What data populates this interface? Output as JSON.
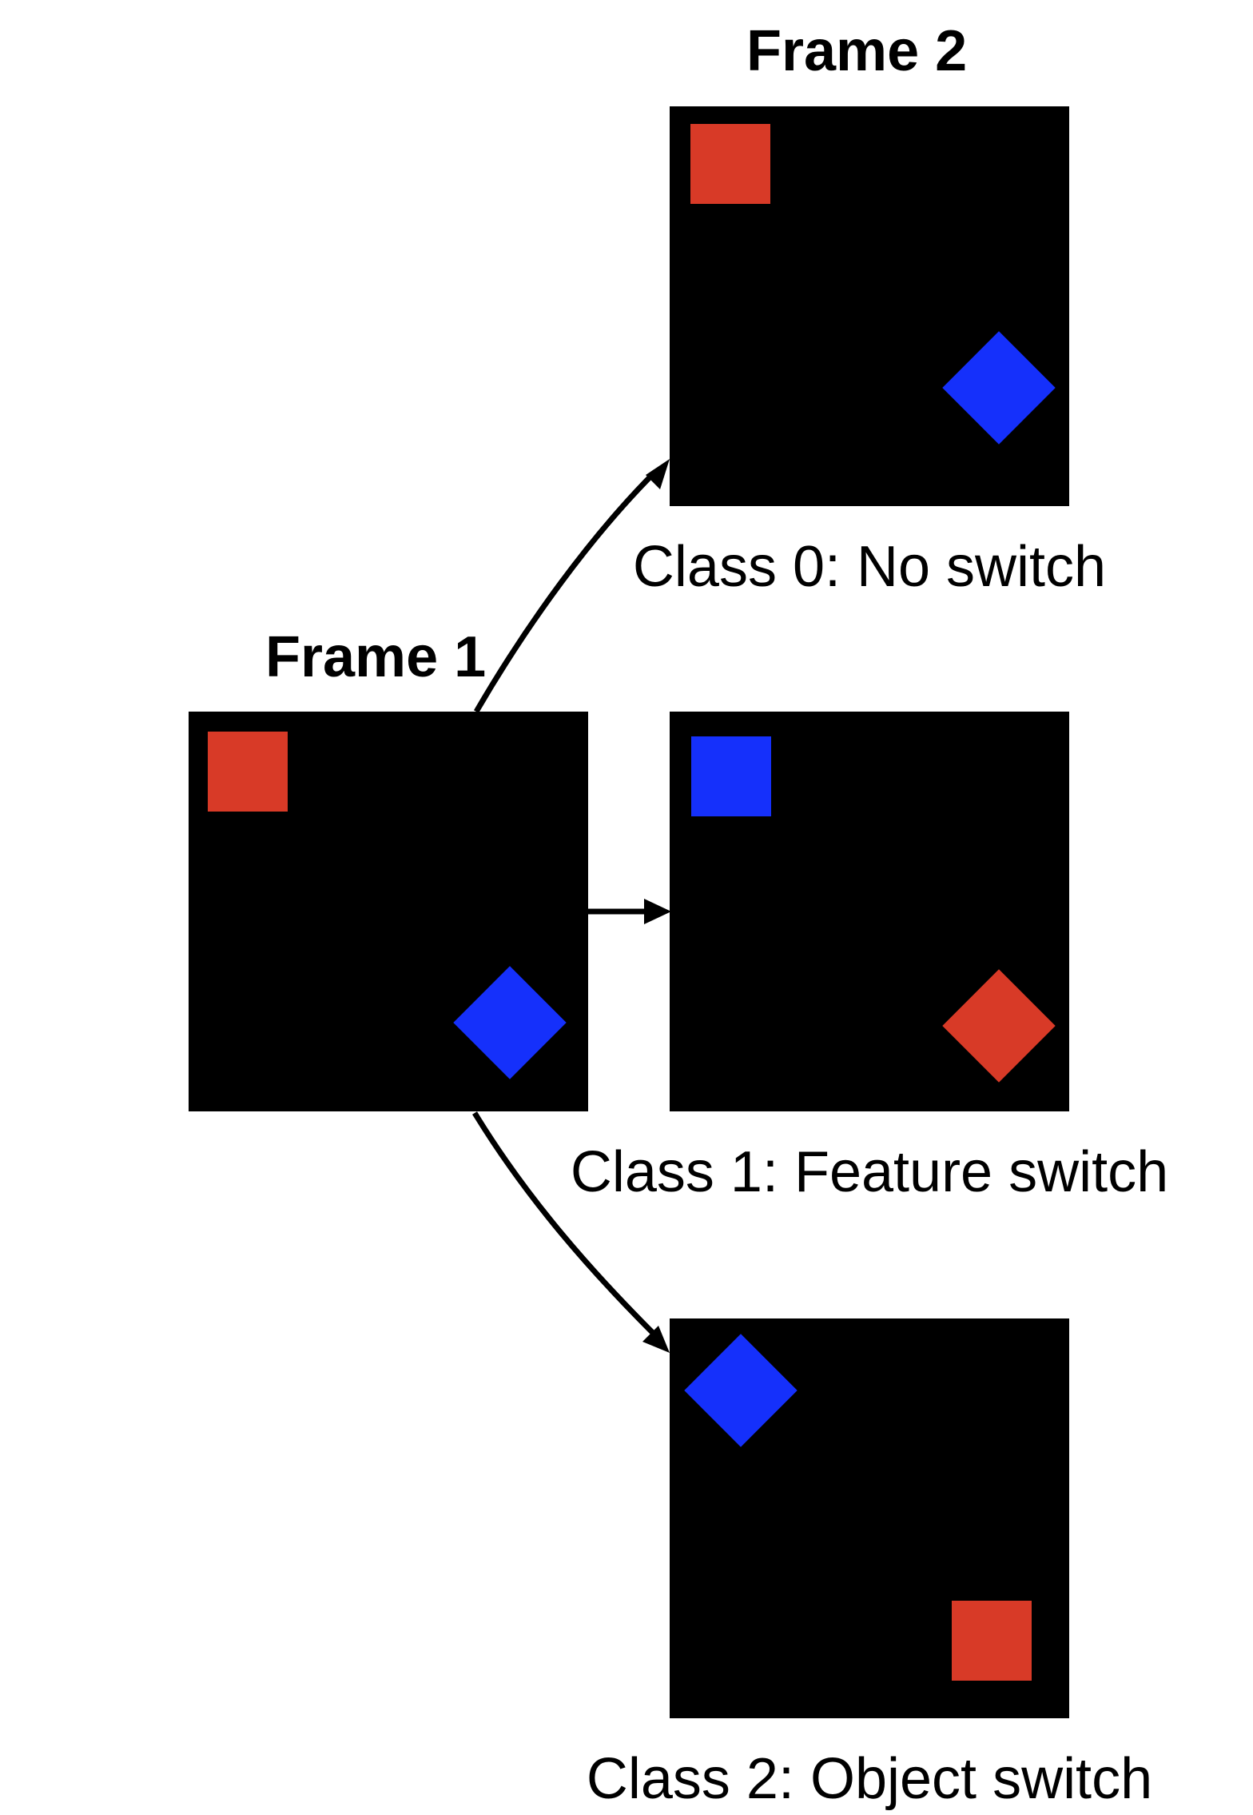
{
  "titles": {
    "frame1": "Frame 1",
    "frame2": "Frame 2"
  },
  "labels": {
    "class0": "Class 0: No switch",
    "class1": "Class 1: Feature switch",
    "class2": "Class 2: Object switch"
  },
  "colors": {
    "red": "#D83A27",
    "blue": "#1530FB",
    "panel": "#000000",
    "arrow": "#000000"
  }
}
